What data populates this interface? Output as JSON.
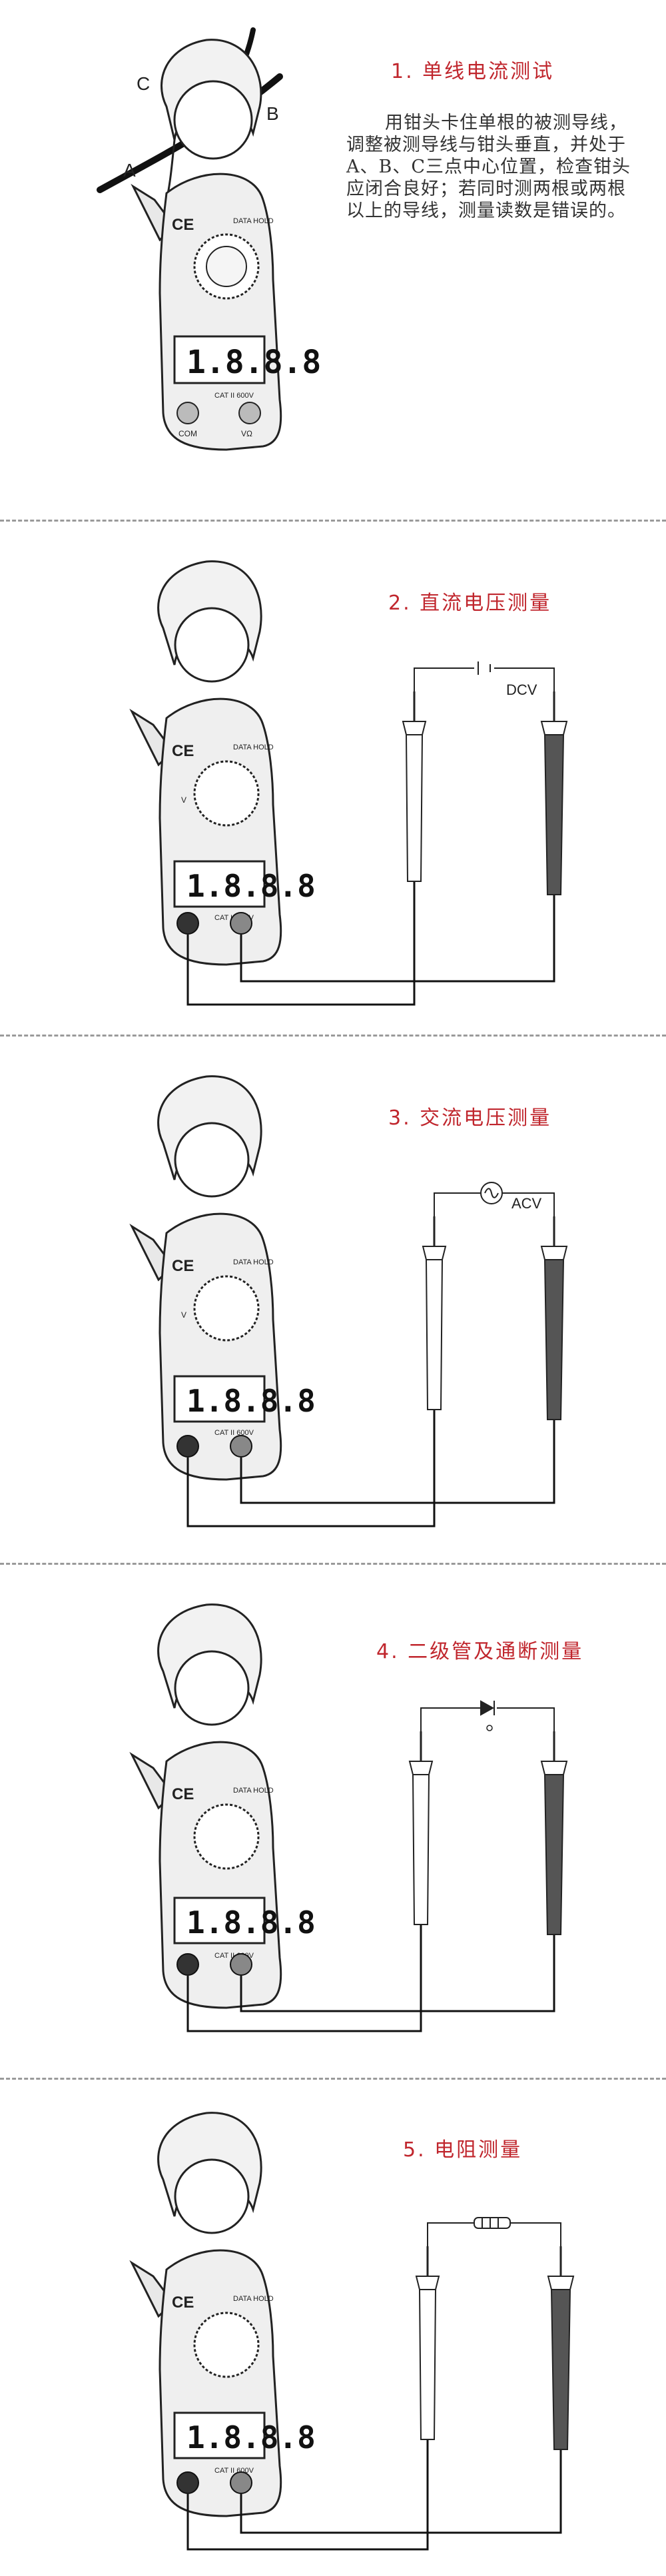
{
  "sections": [
    {
      "title": "1. 单线电流测试",
      "paragraph": "用钳头卡住单根的被测导线，调整被测导线与钳头垂直，并处于A、B、C三点中心位置，检查钳头应闭合良好；若同时测两根或两根以上的导线，测量读数是错误的。",
      "labels": {
        "a": "A",
        "b": "B",
        "c": "C"
      }
    },
    {
      "title": "2. 直流电压测量",
      "source_label": "DCV"
    },
    {
      "title": "3. 交流电压测量",
      "source_label": "ACV"
    },
    {
      "title": "4. 二级管及通断测量"
    },
    {
      "title": "5. 电阻测量"
    }
  ],
  "meter": {
    "display": "1.8.8.8",
    "ce_mark": "CE",
    "hold_label": "DATA HOLD",
    "cat_label": "CAT II 600V",
    "com_label": "COM",
    "v_label": "VΩ",
    "v_dial_label": "V"
  },
  "colors": {
    "title": "#c0262d",
    "line": "#222222",
    "divider": "#9a9a9a"
  }
}
